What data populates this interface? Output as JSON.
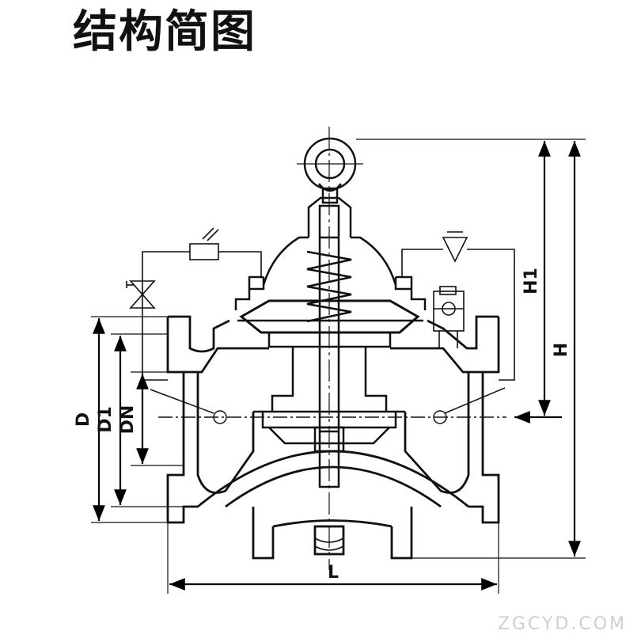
{
  "title": "结构简图",
  "dimensions": {
    "D": "D",
    "D1": "D1",
    "DN": "DN",
    "L": "L",
    "H": "H",
    "H1": "H1"
  },
  "watermark": "ZGCYD.COM",
  "colors": {
    "line": "#111111",
    "ink": "#000000",
    "watermark": "#cfcfcf"
  }
}
